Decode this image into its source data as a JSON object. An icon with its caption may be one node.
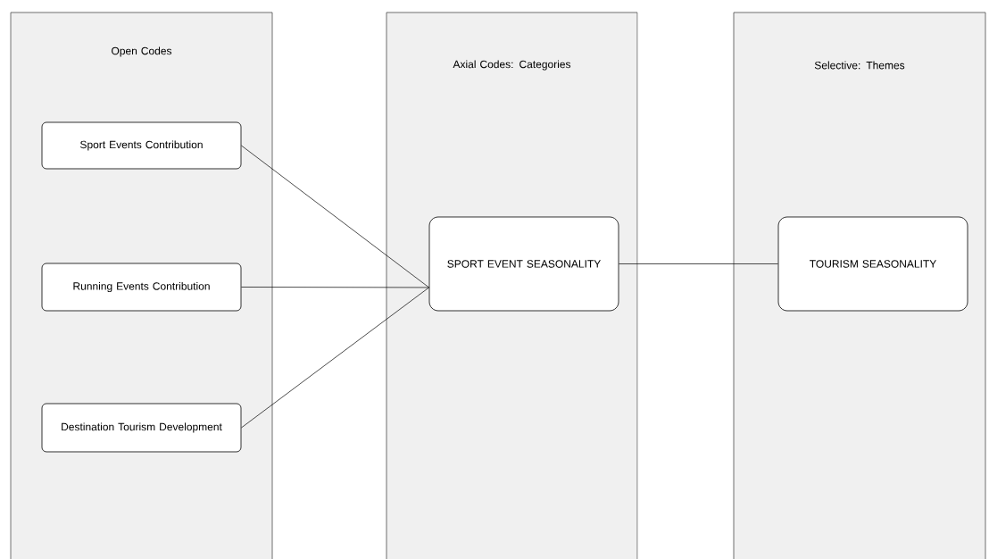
{
  "diagram": {
    "nodes": [
      {
        "text": [
          "Open Codes"
        ]
      },
      {
        "text": [
          "Axial Codes: Categories"
        ]
      },
      {
        "text": [
          "Selective: Themes"
        ]
      },
      {
        "text": [
          "Sport Events Contribution"
        ],
        "in": 0
      },
      {
        "text": [
          "Running Events Contribution"
        ],
        "in": 0
      },
      {
        "text": [
          "Destination Tourism Development"
        ],
        "in": 0
      },
      {
        "text": [
          "SPORT EVENT SEASONALITY"
        ],
        "in": 1
      },
      {
        "text": [
          "TOURISM SEASONALITY"
        ],
        "in": 2
      }
    ],
    "edges": [
      {
        "from": 3,
        "to": 6,
        "arrow": "none"
      },
      {
        "from": 4,
        "to": 6,
        "arrow": "none"
      },
      {
        "from": 5,
        "to": 6,
        "arrow": "none"
      },
      {
        "from": 6,
        "to": 7,
        "arrow": "none"
      }
    ]
  }
}
